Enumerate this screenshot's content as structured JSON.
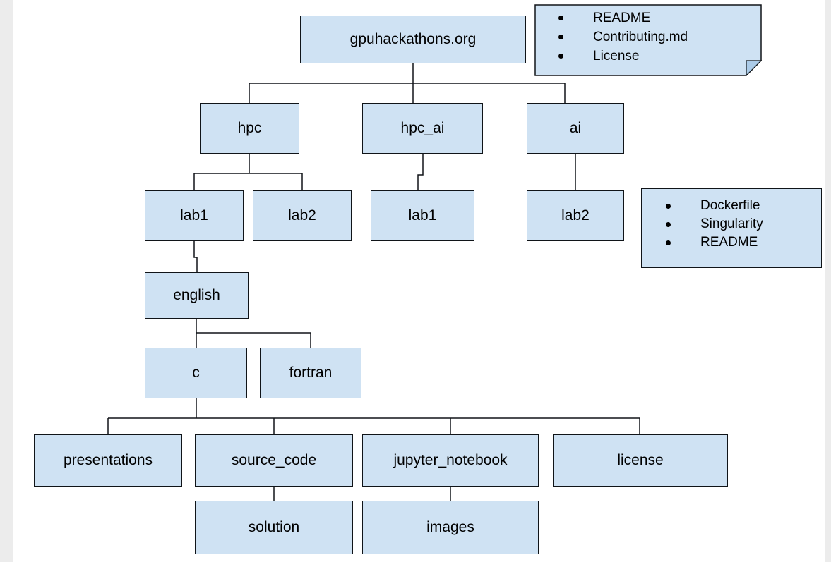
{
  "diagram": {
    "colors": {
      "node_fill": "#cfe2f3",
      "node_border": "#000000",
      "connector": "#000000"
    },
    "nodes": {
      "root": {
        "label": "gpuhackathons.org"
      },
      "hpc": {
        "label": "hpc"
      },
      "hpc_ai": {
        "label": "hpc_ai"
      },
      "ai": {
        "label": "ai"
      },
      "lab1_hpc": {
        "label": "lab1"
      },
      "lab2_hpc": {
        "label": "lab2"
      },
      "lab1_hpc_ai": {
        "label": "lab1"
      },
      "lab2_ai": {
        "label": "lab2"
      },
      "english": {
        "label": "english"
      },
      "c": {
        "label": "c"
      },
      "fortran": {
        "label": "fortran"
      },
      "presentations": {
        "label": "presentations"
      },
      "source_code": {
        "label": "source_code"
      },
      "jupyter_notebook": {
        "label": "jupyter_notebook"
      },
      "license": {
        "label": "license"
      },
      "solution": {
        "label": "solution"
      },
      "images": {
        "label": "images"
      }
    },
    "notes": {
      "repo_files": {
        "items": [
          "README",
          "Contributing.md",
          "License"
        ]
      },
      "lab_files": {
        "items": [
          "Dockerfile",
          "Singularity",
          "README"
        ]
      }
    }
  }
}
